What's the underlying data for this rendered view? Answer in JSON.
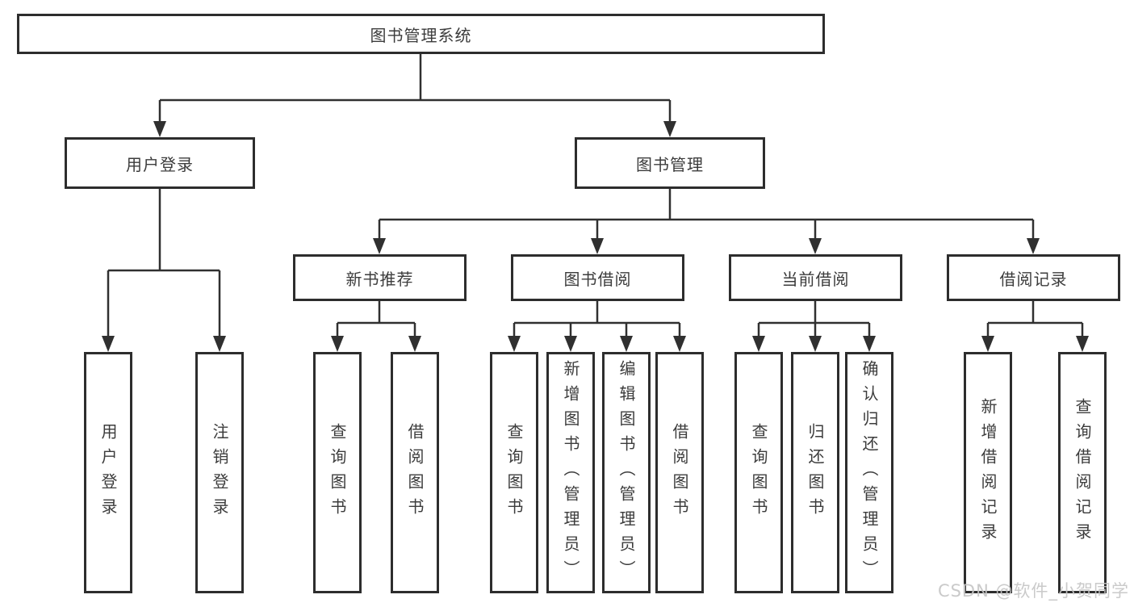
{
  "diagram": {
    "root": "图书管理系统",
    "level2": [
      "用户登录",
      "图书管理"
    ],
    "level3": [
      "新书推荐",
      "图书借阅",
      "当前借阅",
      "借阅记录"
    ],
    "leaves": {
      "user_login": [
        "用户登录",
        "注销登录"
      ],
      "new_book_recommend": [
        "查询图书",
        "借阅图书"
      ],
      "book_borrow": [
        "查询图书",
        "新增图书（管理员）",
        "编辑图书（管理员）",
        "借阅图书"
      ],
      "current_borrow": [
        "查询图书",
        "归还图书",
        "确认归还（管理员）"
      ],
      "borrow_records": [
        "新增借阅记录",
        "查询借阅记录"
      ]
    }
  },
  "watermark": "CSDN @软件_小贺同学",
  "colors": {
    "line": "#303030",
    "box_border": "#2d2d2d",
    "text": "#3c3c3c",
    "background": "#ffffff",
    "watermark": "#c6c6c6"
  }
}
